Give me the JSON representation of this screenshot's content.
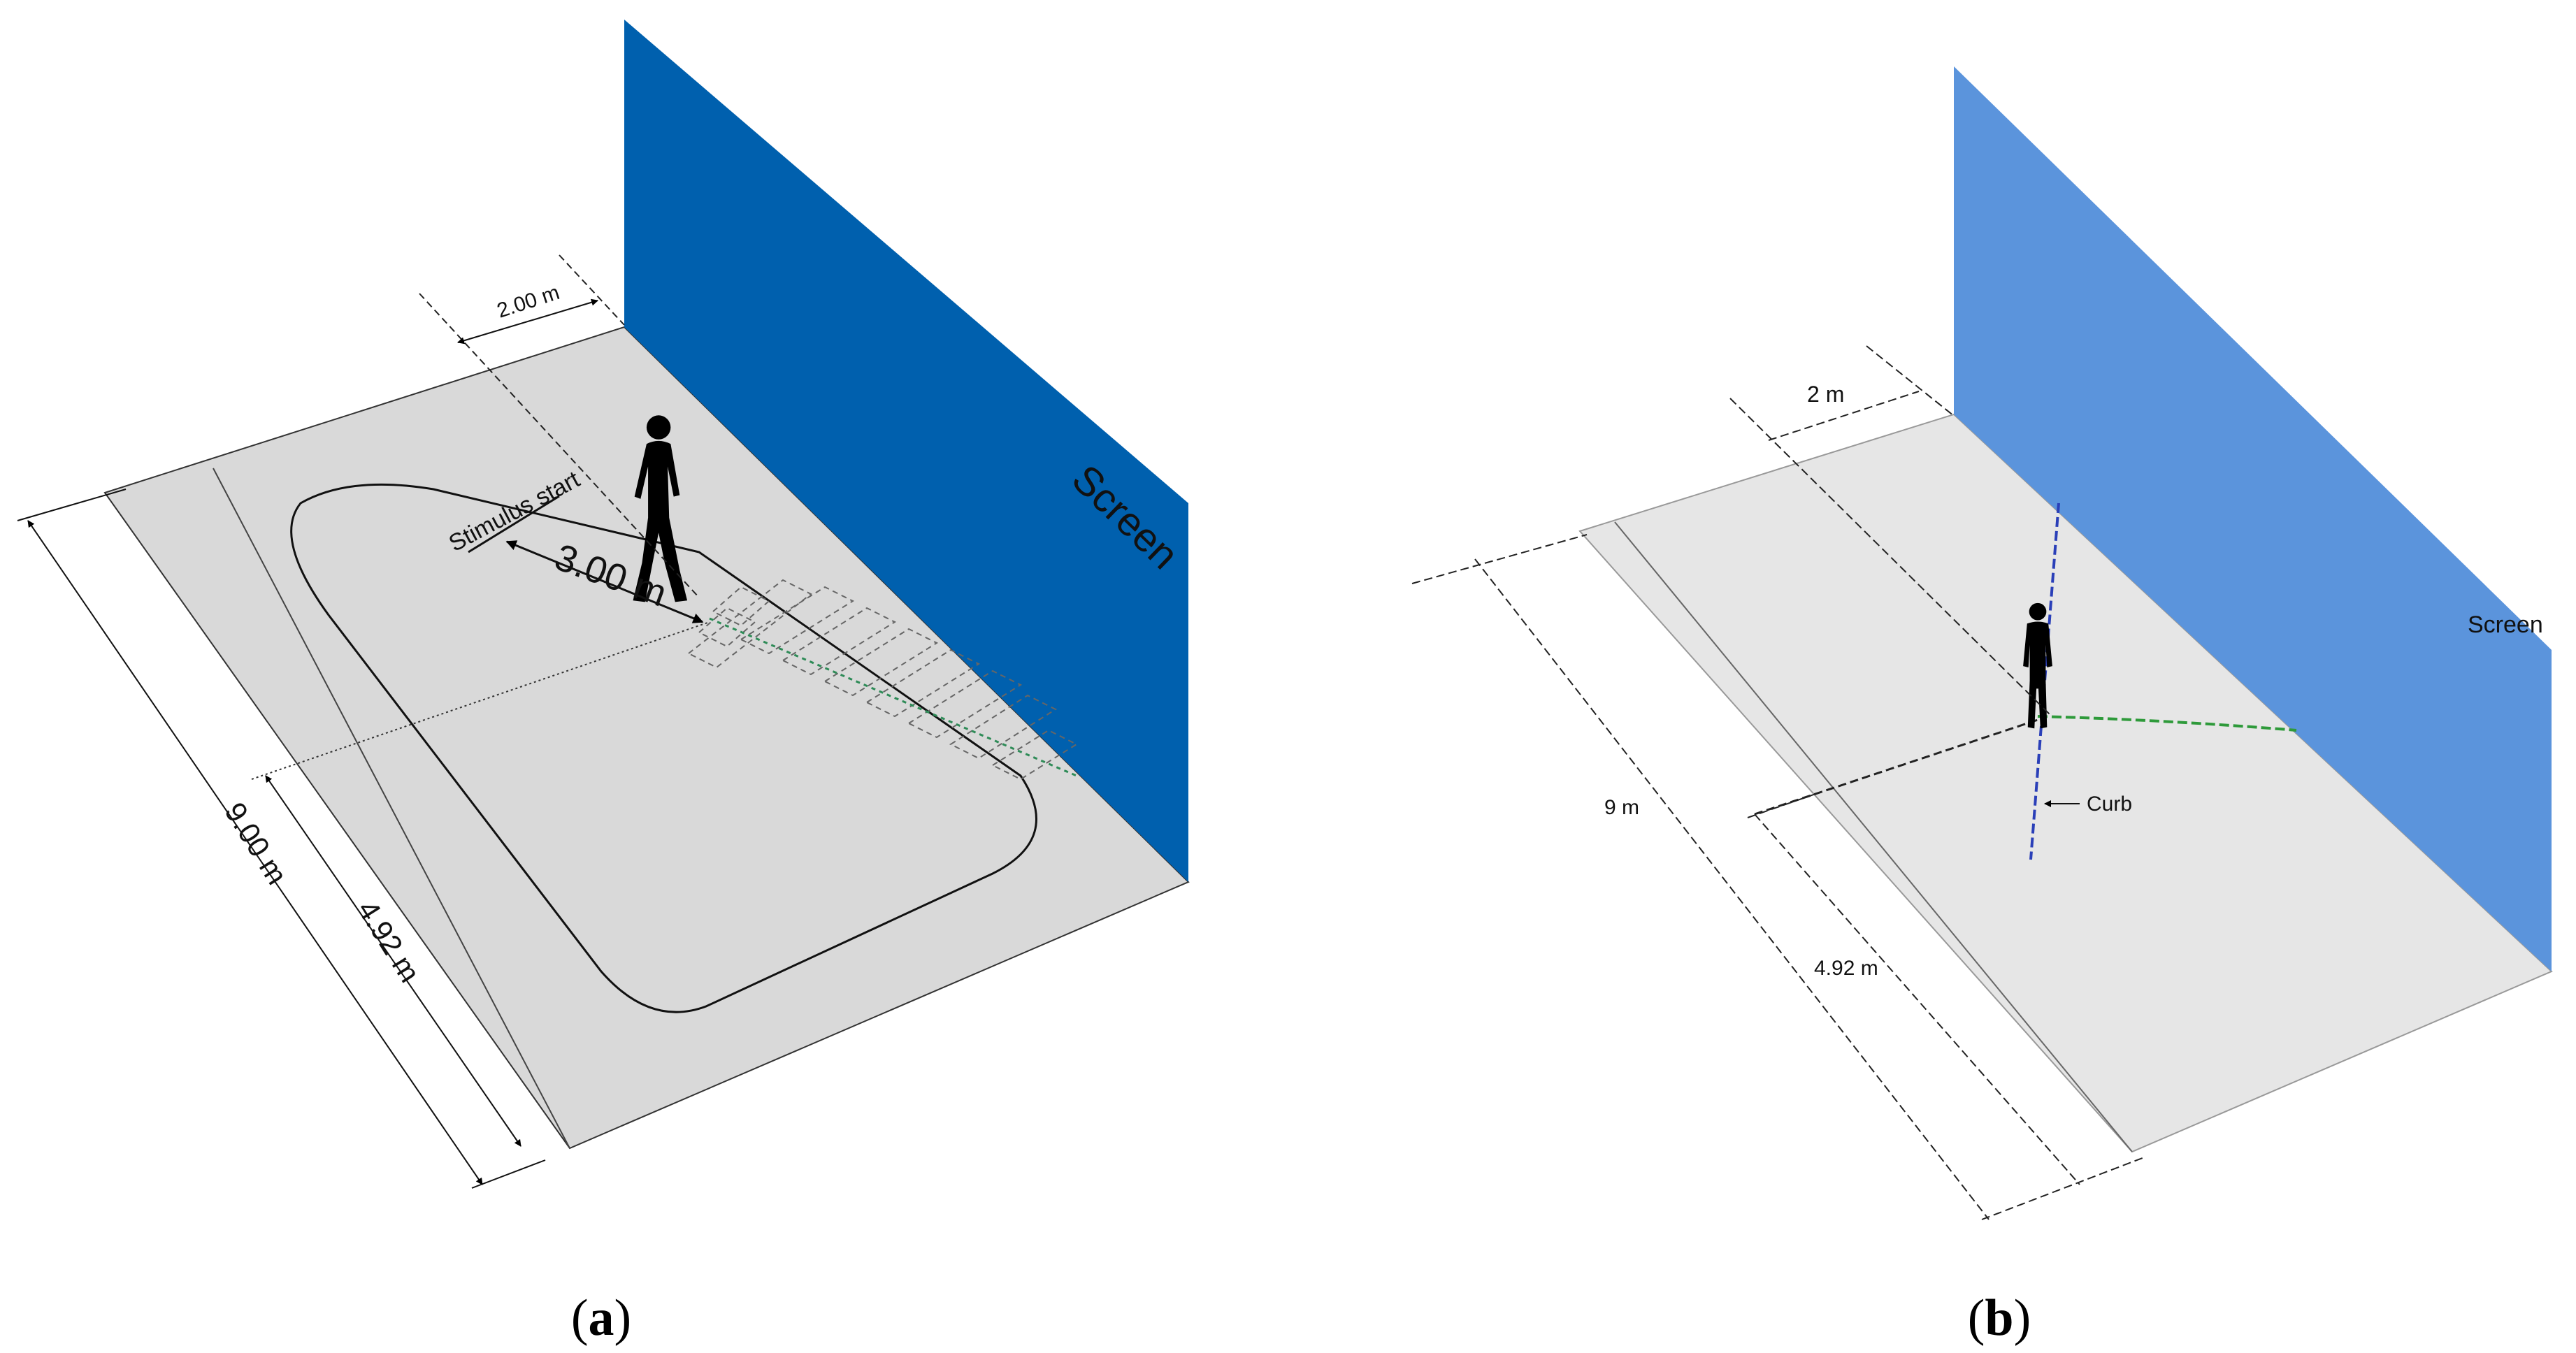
{
  "panel_a": {
    "screen_label": "Screen",
    "dim_width": "2.00 m",
    "dim_stimulus": "3.00 m",
    "stimulus_label": "Stimulus start",
    "dim_length": "9.00 m",
    "dim_half": "4.92 m",
    "caption_open": "(",
    "caption_letter": "a",
    "caption_close": ")",
    "colors": {
      "screen": "#0060ae",
      "floor": "#d9d9d9",
      "crosswalk": "#777777",
      "path": "#2e8b57"
    }
  },
  "panel_b": {
    "screen_label": "Screen",
    "dim_width": "2 m",
    "dim_length": "9 m",
    "dim_half": "4.92 m",
    "curb_label": "Curb",
    "caption_open": "(",
    "caption_letter": "b",
    "caption_close": ")",
    "colors": {
      "screen": "#5b94dc",
      "floor": "#e6e6e6",
      "curb": "#2a3fb8",
      "path": "#2e9a3a"
    }
  }
}
